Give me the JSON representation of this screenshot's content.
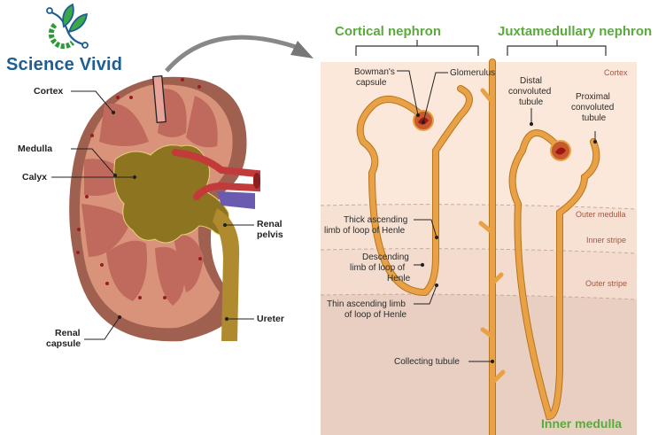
{
  "brand": {
    "name": "Science Vivid",
    "logo": "leaf-gear-logo"
  },
  "kidney": {
    "labels": {
      "cortex": "Cortex",
      "medulla": "Medulla",
      "calyx": "Calyx",
      "renal_pelvis_1": "Renal",
      "renal_pelvis_2": "pelvis",
      "ureter": "Ureter",
      "renal_capsule_1": "Renal",
      "renal_capsule_2": "capsule"
    }
  },
  "nephron": {
    "headings": {
      "cortical": "Cortical nephron",
      "juxtamedullary": "Juxtamedullary nephron"
    },
    "zones": {
      "cortex": "Cortex",
      "outer_medulla": "Outer medulla",
      "inner_stripe": "Inner stripe",
      "outer_stripe": "Outer stripe",
      "inner_medulla": "Inner medulla"
    },
    "labels": {
      "bowmans_1": "Bowman's",
      "bowmans_2": "capsule",
      "glomerulus": "Glomerulus",
      "distal_1": "Distal",
      "distal_2": "convoluted",
      "distal_3": "tubule",
      "proximal_1": "Proximal",
      "proximal_2": "convoluted",
      "proximal_3": "tubule",
      "thick_1": "Thick ascending",
      "thick_2": "limb of loop of Henle",
      "desc_1": "Descending",
      "desc_2": "limb of loop of",
      "desc_3": "Henle",
      "thin_1": "Thin ascending limb",
      "thin_2": "of loop of Henle",
      "collecting": "Collecting tubule"
    }
  },
  "colors": {
    "heading_green": "#5aaa3c",
    "brand_blue": "#1f5e93",
    "tubule": "#e8a144",
    "cortex_bg": "#fbe8da",
    "inner_medulla_bg": "#e8cfc2"
  }
}
